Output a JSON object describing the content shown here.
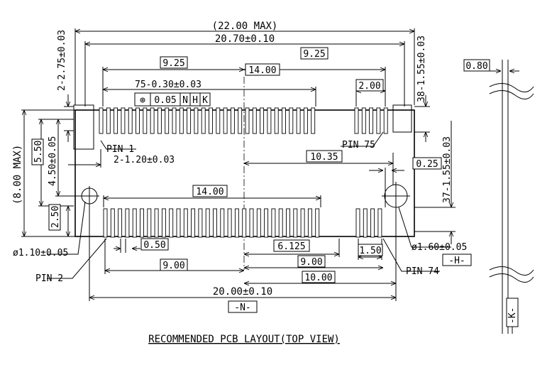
{
  "labels": {
    "max_width": "(22.00 MAX)",
    "width_2070": "20.70±0.10",
    "pitch_left": "9.25",
    "pitch_right": "9.25",
    "center_1400_top": "14.00",
    "row_75": "75-0.30±0.03",
    "fcf_symbol": "⊕",
    "fcf_tol": "0.05",
    "fcf_n": "N",
    "fcf_h": "H",
    "fcf_k": "K",
    "dim_200": "2.00",
    "top_left_vert": "2-2.75±0.03",
    "top_right_vert": "38-1.55±0.03",
    "max_height": "(8.00 MAX)",
    "dim_550": "5.50",
    "dim_450": "4.50±0.05",
    "pin1": "PIN  1",
    "pad_120": "2-1.20±0.03",
    "pin75": "PIN  75",
    "dim_1035": "10.35",
    "dim_025": "0.25",
    "right_vert_37": "37-1.55±0.03",
    "center_1400_bottom": "14.00",
    "dim_250": "2.50",
    "hole_left": "ø1.10±0.05",
    "dim_050": "0.50",
    "dim_6125": "6.125",
    "dim_150": "1.50",
    "hole_right": "ø1.60±0.05",
    "datum_h": "-H-",
    "dim_900_left": "9.00",
    "dim_900_right": "9.00",
    "pin2": "PIN  2",
    "dim_1000": "10.00",
    "pin74": "PIN  74",
    "width_2000": "20.00±0.10",
    "datum_n": "-N-",
    "dim_080": "0.80",
    "datum_k": "-K-",
    "caption": "RECOMMENDED  PCB  LAYOUT(TOP  VIEW)"
  }
}
